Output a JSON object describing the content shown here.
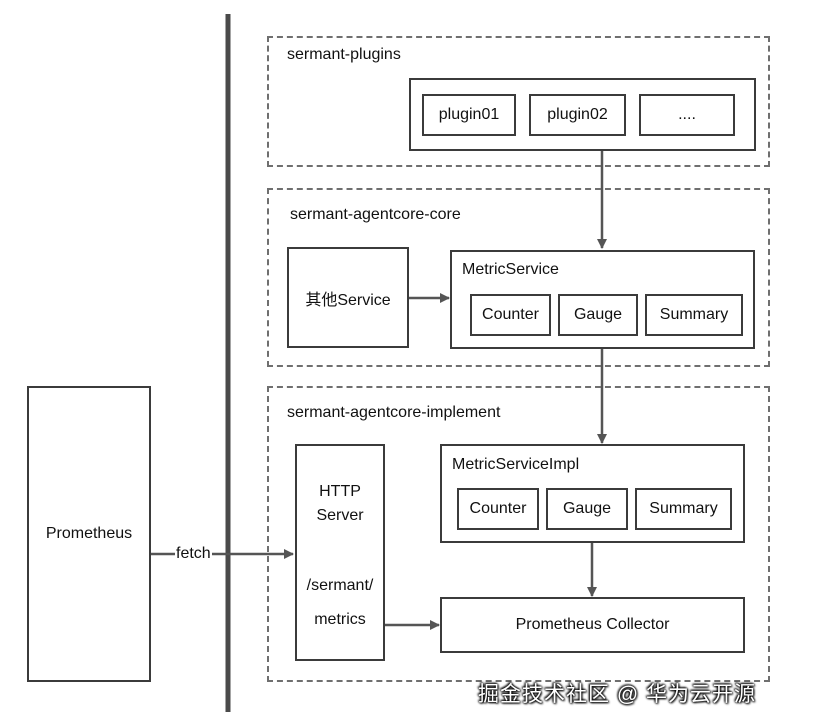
{
  "prometheus": {
    "label": "Prometheus"
  },
  "edge_label": "fetch",
  "groups": {
    "plugins": {
      "label": "sermant-plugins",
      "items": [
        "plugin01",
        "plugin02",
        "...."
      ]
    },
    "core": {
      "label": "sermant-agentcore-core",
      "other_service": "其他Service",
      "metric_service": {
        "title": "MetricService",
        "items": [
          "Counter",
          "Gauge",
          "Summary"
        ]
      }
    },
    "implement": {
      "label": "sermant-agentcore-implement",
      "http_server": {
        "line1": "HTTP",
        "line2": "Server",
        "line3": "/sermant/",
        "line4": "metrics"
      },
      "metric_service_impl": {
        "title": "MetricServiceImpl",
        "items": [
          "Counter",
          "Gauge",
          "Summary"
        ]
      },
      "collector": "Prometheus Collector"
    }
  },
  "watermark": "掘金技术社区 @ 华为云开源"
}
